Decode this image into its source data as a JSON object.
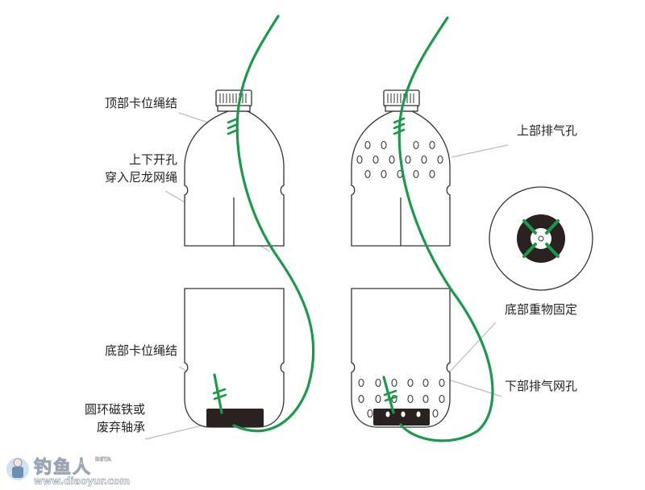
{
  "labels": {
    "top_knot": "顶部卡位绳结",
    "holes_line1": "上下开孔",
    "holes_line2": "穿入尼龙网绳",
    "bottom_knot": "底部卡位绳结",
    "magnet_line1": "圆环磁铁或",
    "magnet_line2": "废弃轴承",
    "upper_vents": "上部排气孔",
    "bottom_weight": "底部重物固定",
    "lower_vents": "下部排气网孔"
  },
  "logo": {
    "title": "钓鱼人",
    "beta": "BETA",
    "url": "www.diaoyur.com"
  },
  "colors": {
    "rope": "#1a9a4a",
    "outline": "#333333",
    "dark": "#2a2220",
    "leader": "#bbbbbb"
  }
}
